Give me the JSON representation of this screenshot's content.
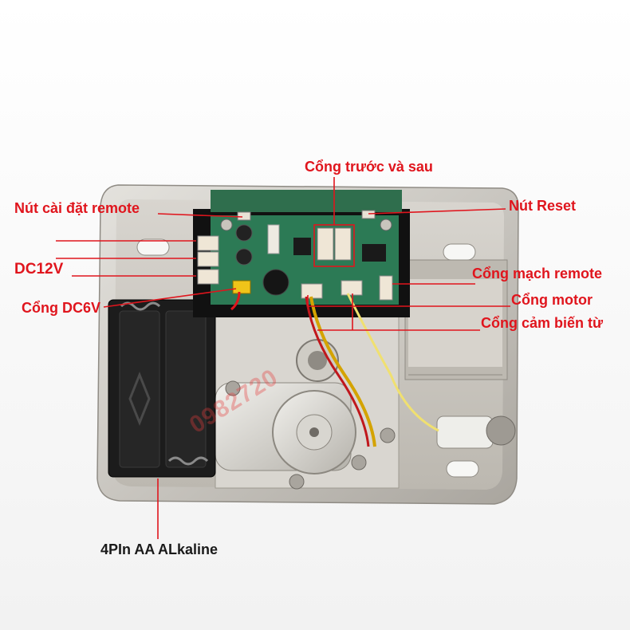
{
  "labels": {
    "remote_setup_button": "Nút cài đặt remote",
    "front_back_port": "Cổng trước và sau",
    "reset_button": "Nút Reset",
    "dc12v": "DC12V",
    "remote_circuit_port": "Cổng mạch remote",
    "dc6v_port": "Cổng DC6V",
    "motor_port": "Cổng motor",
    "magnetic_sensor_port": "Cổng cảm biến từ",
    "battery": "4PIn AA ALkaline"
  },
  "watermark": "0982720",
  "colors": {
    "label_red": "#e0151d",
    "leader_red": "#e0151d",
    "metal": "#c9c6c0",
    "pcb_green": "#2c7a55",
    "battery_black": "#1c1c1c"
  }
}
